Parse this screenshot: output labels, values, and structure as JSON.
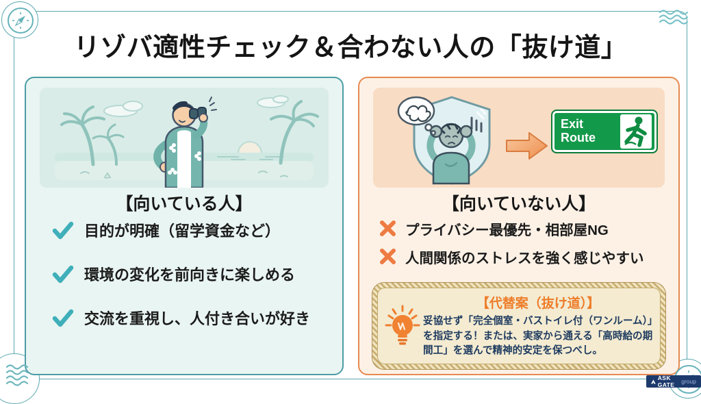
{
  "page": {
    "title": "リゾバ適性チェック＆合わない人の「抜け道」"
  },
  "left_panel": {
    "heading": "【向いている人】",
    "items": [
      "目的が明確（留学資金など）",
      "環境の変化を前向きに楽しめる",
      "交流を重視し、人付き合いが好き"
    ],
    "illustration": "man-with-binoculars-on-beach"
  },
  "right_panel": {
    "heading": "【向いていない人】",
    "items": [
      "プライバシー最優先・相部屋NG",
      "人間関係のストレスを強く感じやすい"
    ],
    "illustration": "stressed-person-in-shield-arrow-to-exit",
    "exit_sign": {
      "line1": "Exit",
      "line2": "Route"
    },
    "alternative": {
      "heading": "【代替案（抜け道）】",
      "body": "妥協せず「完全個室・バストイレ付（ワンルーム）」を指定する！または、実家から通える「高時給の期間工」を選んで精神的安定を保つべし。"
    }
  },
  "brand": {
    "name": "ASK GATE",
    "suffix": "group"
  },
  "icons": {
    "check": "check-icon",
    "cross": "cross-icon",
    "compass": "compass-icon",
    "waves": "waves-icon",
    "lightbulb": "lightbulb-icon",
    "running-man": "running-man-icon"
  },
  "colors": {
    "teal_border": "#4b9ca6",
    "teal_panel_bg": "#e9f5f2",
    "orange_border": "#e58a50",
    "orange_panel_bg": "#fdf1e6",
    "check": "#3fafba",
    "cross": "#ed7b42",
    "exit_green": "#13994a",
    "alt_heading": "#ed7d2a",
    "alt_text": "#1d3a5f",
    "rope": "#c7ab6e",
    "logo_navy": "#1d3a6d"
  }
}
